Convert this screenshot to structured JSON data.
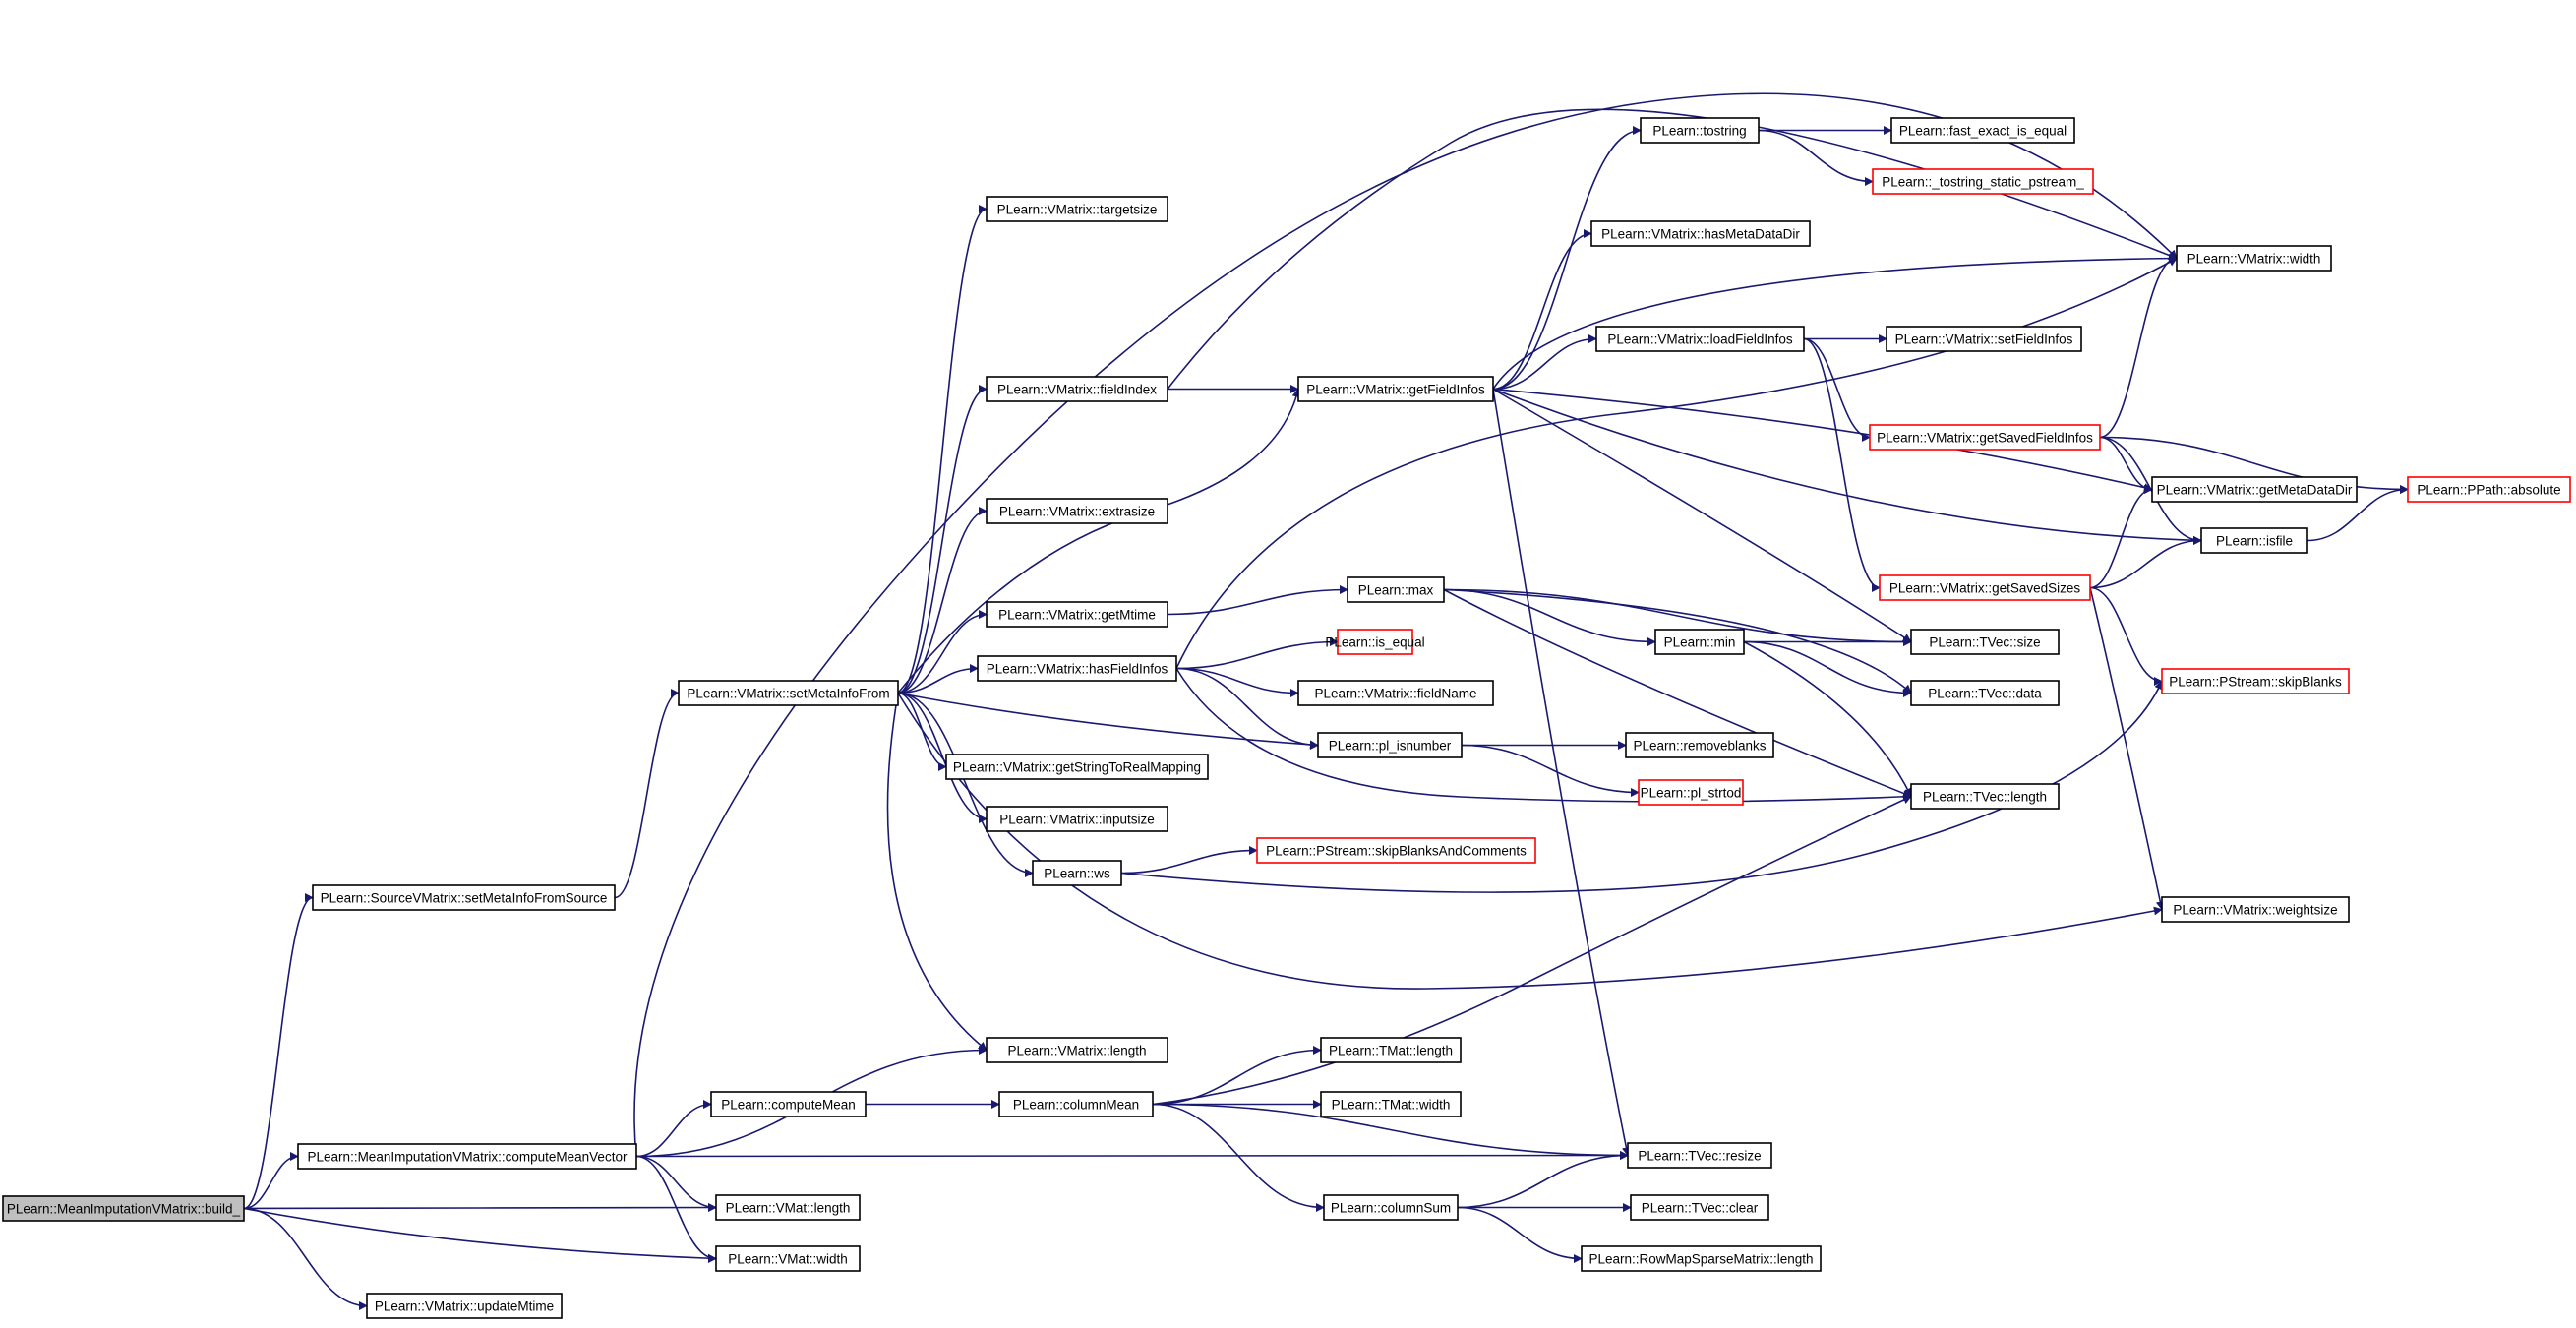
{
  "colors": {
    "edge": "#191970",
    "node_border": "#000000",
    "node_border_undocumented": "#ff0000",
    "node_fill": "#ffffff",
    "root_fill": "#bfbfbf"
  },
  "nodes": [
    {
      "id": "build",
      "label": "PLearn::MeanImputationVMatrix::build_",
      "root": true
    },
    {
      "id": "setMetaInfoFromSource",
      "label": "PLearn::SourceVMatrix::setMetaInfoFromSource"
    },
    {
      "id": "computeMeanVector",
      "label": "PLearn::MeanImputationVMatrix::computeMeanVector"
    },
    {
      "id": "updateMtime",
      "label": "PLearn::VMatrix::updateMtime"
    },
    {
      "id": "setMetaInfoFrom",
      "label": "PLearn::VMatrix::setMetaInfoFrom"
    },
    {
      "id": "targetsize",
      "label": "PLearn::VMatrix::targetsize"
    },
    {
      "id": "fieldIndex",
      "label": "PLearn::VMatrix::fieldIndex"
    },
    {
      "id": "extrasize",
      "label": "PLearn::VMatrix::extrasize"
    },
    {
      "id": "getMtime",
      "label": "PLearn::VMatrix::getMtime"
    },
    {
      "id": "hasFieldInfos",
      "label": "PLearn::VMatrix::hasFieldInfos"
    },
    {
      "id": "getStringToRealMapping",
      "label": "PLearn::VMatrix::getStringToRealMapping"
    },
    {
      "id": "inputsize",
      "label": "PLearn::VMatrix::inputsize"
    },
    {
      "id": "ws",
      "label": "PLearn::ws"
    },
    {
      "id": "vmLength",
      "label": "PLearn::VMatrix::length"
    },
    {
      "id": "computeMean",
      "label": "PLearn::computeMean"
    },
    {
      "id": "vmatLength",
      "label": "PLearn::VMat::length"
    },
    {
      "id": "vmatWidth",
      "label": "PLearn::VMat::width"
    },
    {
      "id": "getFieldInfos",
      "label": "PLearn::VMatrix::getFieldInfos"
    },
    {
      "id": "max",
      "label": "PLearn::max"
    },
    {
      "id": "isEqual",
      "label": "PLearn::is_equal",
      "red": true
    },
    {
      "id": "fieldName",
      "label": "PLearn::VMatrix::fieldName"
    },
    {
      "id": "plIsnumber",
      "label": "PLearn::pl_isnumber"
    },
    {
      "id": "skipBlanksAndComments",
      "label": "PLearn::PStream::skipBlanksAndComments",
      "red": true
    },
    {
      "id": "columnMean",
      "label": "PLearn::columnMean"
    },
    {
      "id": "tmatLength",
      "label": "PLearn::TMat::length"
    },
    {
      "id": "tmatWidth",
      "label": "PLearn::TMat::width"
    },
    {
      "id": "columnSum",
      "label": "PLearn::columnSum"
    },
    {
      "id": "tostring",
      "label": "PLearn::tostring"
    },
    {
      "id": "hasMetaDataDir",
      "label": "PLearn::VMatrix::hasMetaDataDir"
    },
    {
      "id": "loadFieldInfos",
      "label": "PLearn::VMatrix::loadFieldInfos"
    },
    {
      "id": "min",
      "label": "PLearn::min"
    },
    {
      "id": "removeblanks",
      "label": "PLearn::removeblanks"
    },
    {
      "id": "plStrtod",
      "label": "PLearn::pl_strtod",
      "red": true
    },
    {
      "id": "tvecResize",
      "label": "PLearn::TVec::resize"
    },
    {
      "id": "tvecClear",
      "label": "PLearn::TVec::clear"
    },
    {
      "id": "rowMapLength",
      "label": "PLearn::RowMapSparseMatrix::length"
    },
    {
      "id": "fastExact",
      "label": "PLearn::fast_exact_is_equal"
    },
    {
      "id": "tostringStatic",
      "label": "PLearn::_tostring_static_pstream_",
      "red": true
    },
    {
      "id": "setFieldInfos",
      "label": "PLearn::VMatrix::setFieldInfos"
    },
    {
      "id": "getSavedFieldInfos",
      "label": "PLearn::VMatrix::getSavedFieldInfos",
      "red": true
    },
    {
      "id": "getSavedSizes",
      "label": "PLearn::VMatrix::getSavedSizes",
      "red": true
    },
    {
      "id": "tvecSize",
      "label": "PLearn::TVec::size"
    },
    {
      "id": "tvecData",
      "label": "PLearn::TVec::data"
    },
    {
      "id": "tvecLength",
      "label": "PLearn::TVec::length"
    },
    {
      "id": "vmWidth",
      "label": "PLearn::VMatrix::width"
    },
    {
      "id": "getMetaDataDir",
      "label": "PLearn::VMatrix::getMetaDataDir"
    },
    {
      "id": "isfile",
      "label": "PLearn::isfile"
    },
    {
      "id": "skipBlanks",
      "label": "PLearn::PStream::skipBlanks",
      "red": true
    },
    {
      "id": "weightsize",
      "label": "PLearn::VMatrix::weightsize"
    },
    {
      "id": "ppathAbsolute",
      "label": "PLearn::PPath::absolute",
      "red": true
    }
  ],
  "edges": [
    [
      "build",
      "setMetaInfoFromSource"
    ],
    [
      "build",
      "computeMeanVector"
    ],
    [
      "build",
      "vmatLength"
    ],
    [
      "build",
      "vmatWidth"
    ],
    [
      "build",
      "updateMtime"
    ],
    [
      "setMetaInfoFromSource",
      "setMetaInfoFrom"
    ],
    [
      "computeMeanVector",
      "vmWidth"
    ],
    [
      "computeMeanVector",
      "vmLength"
    ],
    [
      "computeMeanVector",
      "computeMean"
    ],
    [
      "computeMeanVector",
      "tvecResize"
    ],
    [
      "computeMeanVector",
      "vmatLength"
    ],
    [
      "computeMeanVector",
      "vmatWidth"
    ],
    [
      "setMetaInfoFrom",
      "targetsize"
    ],
    [
      "setMetaInfoFrom",
      "fieldIndex"
    ],
    [
      "setMetaInfoFrom",
      "extrasize"
    ],
    [
      "setMetaInfoFrom",
      "getFieldInfos"
    ],
    [
      "setMetaInfoFrom",
      "getMtime"
    ],
    [
      "setMetaInfoFrom",
      "hasFieldInfos"
    ],
    [
      "setMetaInfoFrom",
      "plIsnumber"
    ],
    [
      "setMetaInfoFrom",
      "getStringToRealMapping"
    ],
    [
      "setMetaInfoFrom",
      "inputsize"
    ],
    [
      "setMetaInfoFrom",
      "ws"
    ],
    [
      "setMetaInfoFrom",
      "vmLength"
    ],
    [
      "setMetaInfoFrom",
      "weightsize"
    ],
    [
      "fieldIndex",
      "getFieldInfos"
    ],
    [
      "fieldIndex",
      "vmWidth"
    ],
    [
      "getMtime",
      "max"
    ],
    [
      "hasFieldInfos",
      "vmWidth"
    ],
    [
      "hasFieldInfos",
      "isEqual"
    ],
    [
      "hasFieldInfos",
      "fieldName"
    ],
    [
      "hasFieldInfos",
      "plIsnumber"
    ],
    [
      "hasFieldInfos",
      "tvecLength"
    ],
    [
      "ws",
      "skipBlanksAndComments"
    ],
    [
      "ws",
      "skipBlanks"
    ],
    [
      "computeMean",
      "columnMean"
    ],
    [
      "columnMean",
      "tmatLength"
    ],
    [
      "columnMean",
      "tmatWidth"
    ],
    [
      "columnMean",
      "tvecResize"
    ],
    [
      "columnMean",
      "columnSum"
    ],
    [
      "columnMean",
      "tvecLength"
    ],
    [
      "columnSum",
      "tvecResize"
    ],
    [
      "columnSum",
      "tvecClear"
    ],
    [
      "columnSum",
      "rowMapLength"
    ],
    [
      "getFieldInfos",
      "tostring"
    ],
    [
      "getFieldInfos",
      "hasMetaDataDir"
    ],
    [
      "getFieldInfos",
      "vmWidth"
    ],
    [
      "getFieldInfos",
      "loadFieldInfos"
    ],
    [
      "getFieldInfos",
      "getMetaDataDir"
    ],
    [
      "getFieldInfos",
      "isfile"
    ],
    [
      "getFieldInfos",
      "tvecSize"
    ],
    [
      "getFieldInfos",
      "tvecResize"
    ],
    [
      "tostring",
      "fastExact"
    ],
    [
      "tostring",
      "tostringStatic"
    ],
    [
      "loadFieldInfos",
      "setFieldInfos"
    ],
    [
      "loadFieldInfos",
      "getSavedFieldInfos"
    ],
    [
      "loadFieldInfos",
      "getSavedSizes"
    ],
    [
      "max",
      "min"
    ],
    [
      "max",
      "tvecSize"
    ],
    [
      "max",
      "tvecData"
    ],
    [
      "max",
      "tvecLength"
    ],
    [
      "min",
      "tvecSize"
    ],
    [
      "min",
      "tvecData"
    ],
    [
      "min",
      "tvecLength"
    ],
    [
      "plIsnumber",
      "removeblanks"
    ],
    [
      "plIsnumber",
      "plStrtod"
    ],
    [
      "getSavedFieldInfos",
      "vmWidth"
    ],
    [
      "getSavedFieldInfos",
      "getMetaDataDir"
    ],
    [
      "getSavedFieldInfos",
      "isfile"
    ],
    [
      "getSavedFieldInfos",
      "ppathAbsolute"
    ],
    [
      "getSavedSizes",
      "getMetaDataDir"
    ],
    [
      "getSavedSizes",
      "isfile"
    ],
    [
      "getSavedSizes",
      "skipBlanks"
    ],
    [
      "getSavedSizes",
      "weightsize"
    ],
    [
      "isfile",
      "ppathAbsolute"
    ]
  ]
}
